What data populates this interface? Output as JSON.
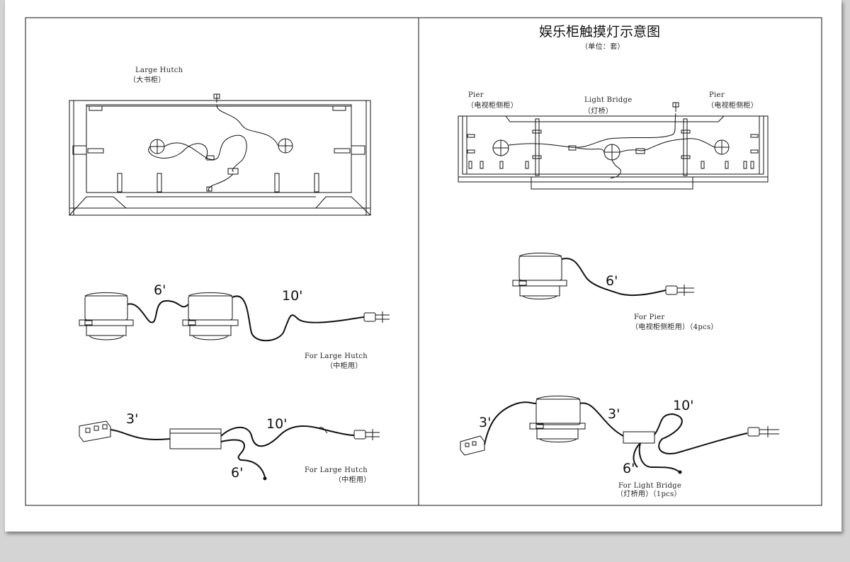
{
  "title": "娱乐柜触摸灯示意图",
  "unit": "（单位：套）",
  "large_hutch": {
    "name": "Large Hutch",
    "name_cn": "（大书柜）"
  },
  "entertainment": {
    "pier_left": "Pier",
    "pier_left_cn": "（电视柜侧柜）",
    "bridge": "Light Bridge",
    "bridge_cn": "（灯桥）",
    "pier_right": "Pier",
    "pier_right_cn": "（电视柜侧柜）"
  },
  "kit_hutch_lights": {
    "cord1": "6'",
    "cord2": "10'",
    "label": "For Large Hutch",
    "label_cn": "（中柜用）"
  },
  "kit_hutch_control": {
    "cord1": "3'",
    "cord2": "10'",
    "cord3": "6'",
    "label": "For Large Hutch",
    "label_cn": "（中柜用）"
  },
  "kit_pier": {
    "cord1": "6'",
    "label": "For Pier",
    "label_cn": "（电视柜侧柜用）（4pcs）"
  },
  "kit_bridge": {
    "cord1": "3'",
    "cord2": "3'",
    "cord3": "10'",
    "cord4": "6'",
    "label": "For Light Bridge",
    "label_cn": "（灯桥用）（1pcs）"
  }
}
